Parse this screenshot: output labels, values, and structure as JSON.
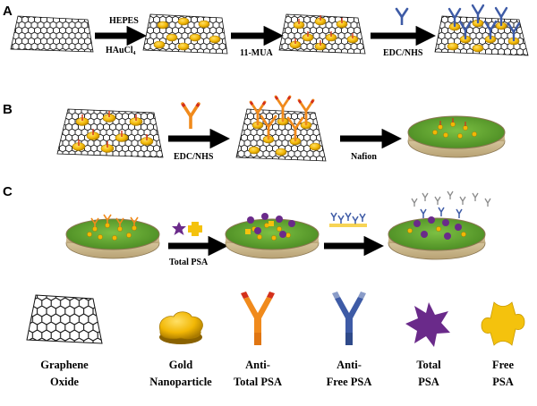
{
  "panels": {
    "a": {
      "letter": "A",
      "arrow1_top": "HEPES",
      "arrow1_bottom": "HAuCl₄",
      "arrow2_bottom": "11-MUA",
      "arrow3_bottom": "EDC/NHS"
    },
    "b": {
      "letter": "B",
      "arrow1_bottom": "EDC/NHS",
      "arrow2_bottom": "Nafion"
    },
    "c": {
      "letter": "C",
      "arrow1_bottom": "Total PSA"
    }
  },
  "legend": [
    {
      "icon": "graphene-oxide-icon",
      "line1": "Graphene",
      "line2": "Oxide"
    },
    {
      "icon": "gold-nanoparticle-icon",
      "line1": "Gold",
      "line2": "Nanoparticle"
    },
    {
      "icon": "anti-total-psa-icon",
      "line1": "Anti-",
      "line2": "Total PSA"
    },
    {
      "icon": "anti-free-psa-icon",
      "line1": "Anti-",
      "line2": "Free PSA"
    },
    {
      "icon": "total-psa-icon",
      "line1": "Total",
      "line2": "PSA"
    },
    {
      "icon": "free-psa-icon",
      "line1": "Free",
      "line2": "PSA"
    }
  ],
  "colors": {
    "gold": "#f2b705",
    "gold_dark": "#a97a00",
    "anti_total_psa": "#f08a1c",
    "anti_total_psa_tip": "#d4301a",
    "anti_free_psa": "#3e5ba6",
    "anti_free_psa_tip": "#6b7fb0",
    "total_psa": "#6a2a8a",
    "free_psa": "#f4c20d",
    "electrode_green": "#5fa030",
    "electrode_rim": "#d9c79a"
  }
}
